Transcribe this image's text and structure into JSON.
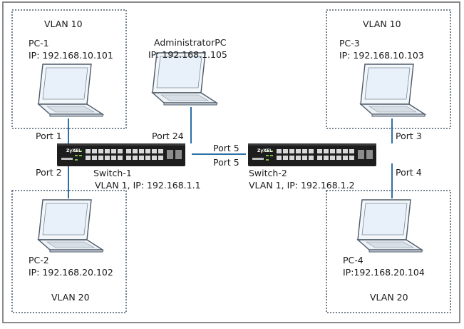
{
  "vlan_boxes": [
    {
      "id": "tl",
      "vlan": "VLAN 10"
    },
    {
      "id": "tr",
      "vlan": "VLAN 10"
    },
    {
      "id": "bl",
      "vlan": "VLAN 20"
    },
    {
      "id": "br",
      "vlan": "VLAN 20"
    }
  ],
  "pcs": {
    "pc1": {
      "name": "PC-1",
      "ip": "IP: 192.168.10.101"
    },
    "pc2": {
      "name": "PC-2",
      "ip": "IP: 192.168.20.102"
    },
    "pc3": {
      "name": "PC-3",
      "ip": "IP: 192.168.10.103"
    },
    "pc4": {
      "name": "PC-4",
      "ip": "IP:192.168.20.104"
    },
    "admin": {
      "name": "AdministratorPC",
      "ip": "IP: 192.168.1.105"
    }
  },
  "switches": {
    "sw1": {
      "name": "Switch-1",
      "info": "VLAN 1,  IP: 192.168.1.1",
      "brand": "ZyXEL"
    },
    "sw2": {
      "name": "Switch-2",
      "info": "VLAN 1,   IP: 192.168.1.2",
      "brand": "ZyXEL"
    }
  },
  "ports": {
    "port1": "Port 1",
    "port2": "Port 2",
    "port24": "Port 24",
    "sw1_port5": "Port 5",
    "sw2_port5": "Port 5",
    "port3": "Port 3",
    "port4": "Port 4"
  },
  "colors": {
    "link": "#2e6fa7",
    "switch_body": "#1d1d1d",
    "laptop_outline": "#4d5b69",
    "screen": "#e8f1fa",
    "frame": "#6e6e6e"
  }
}
